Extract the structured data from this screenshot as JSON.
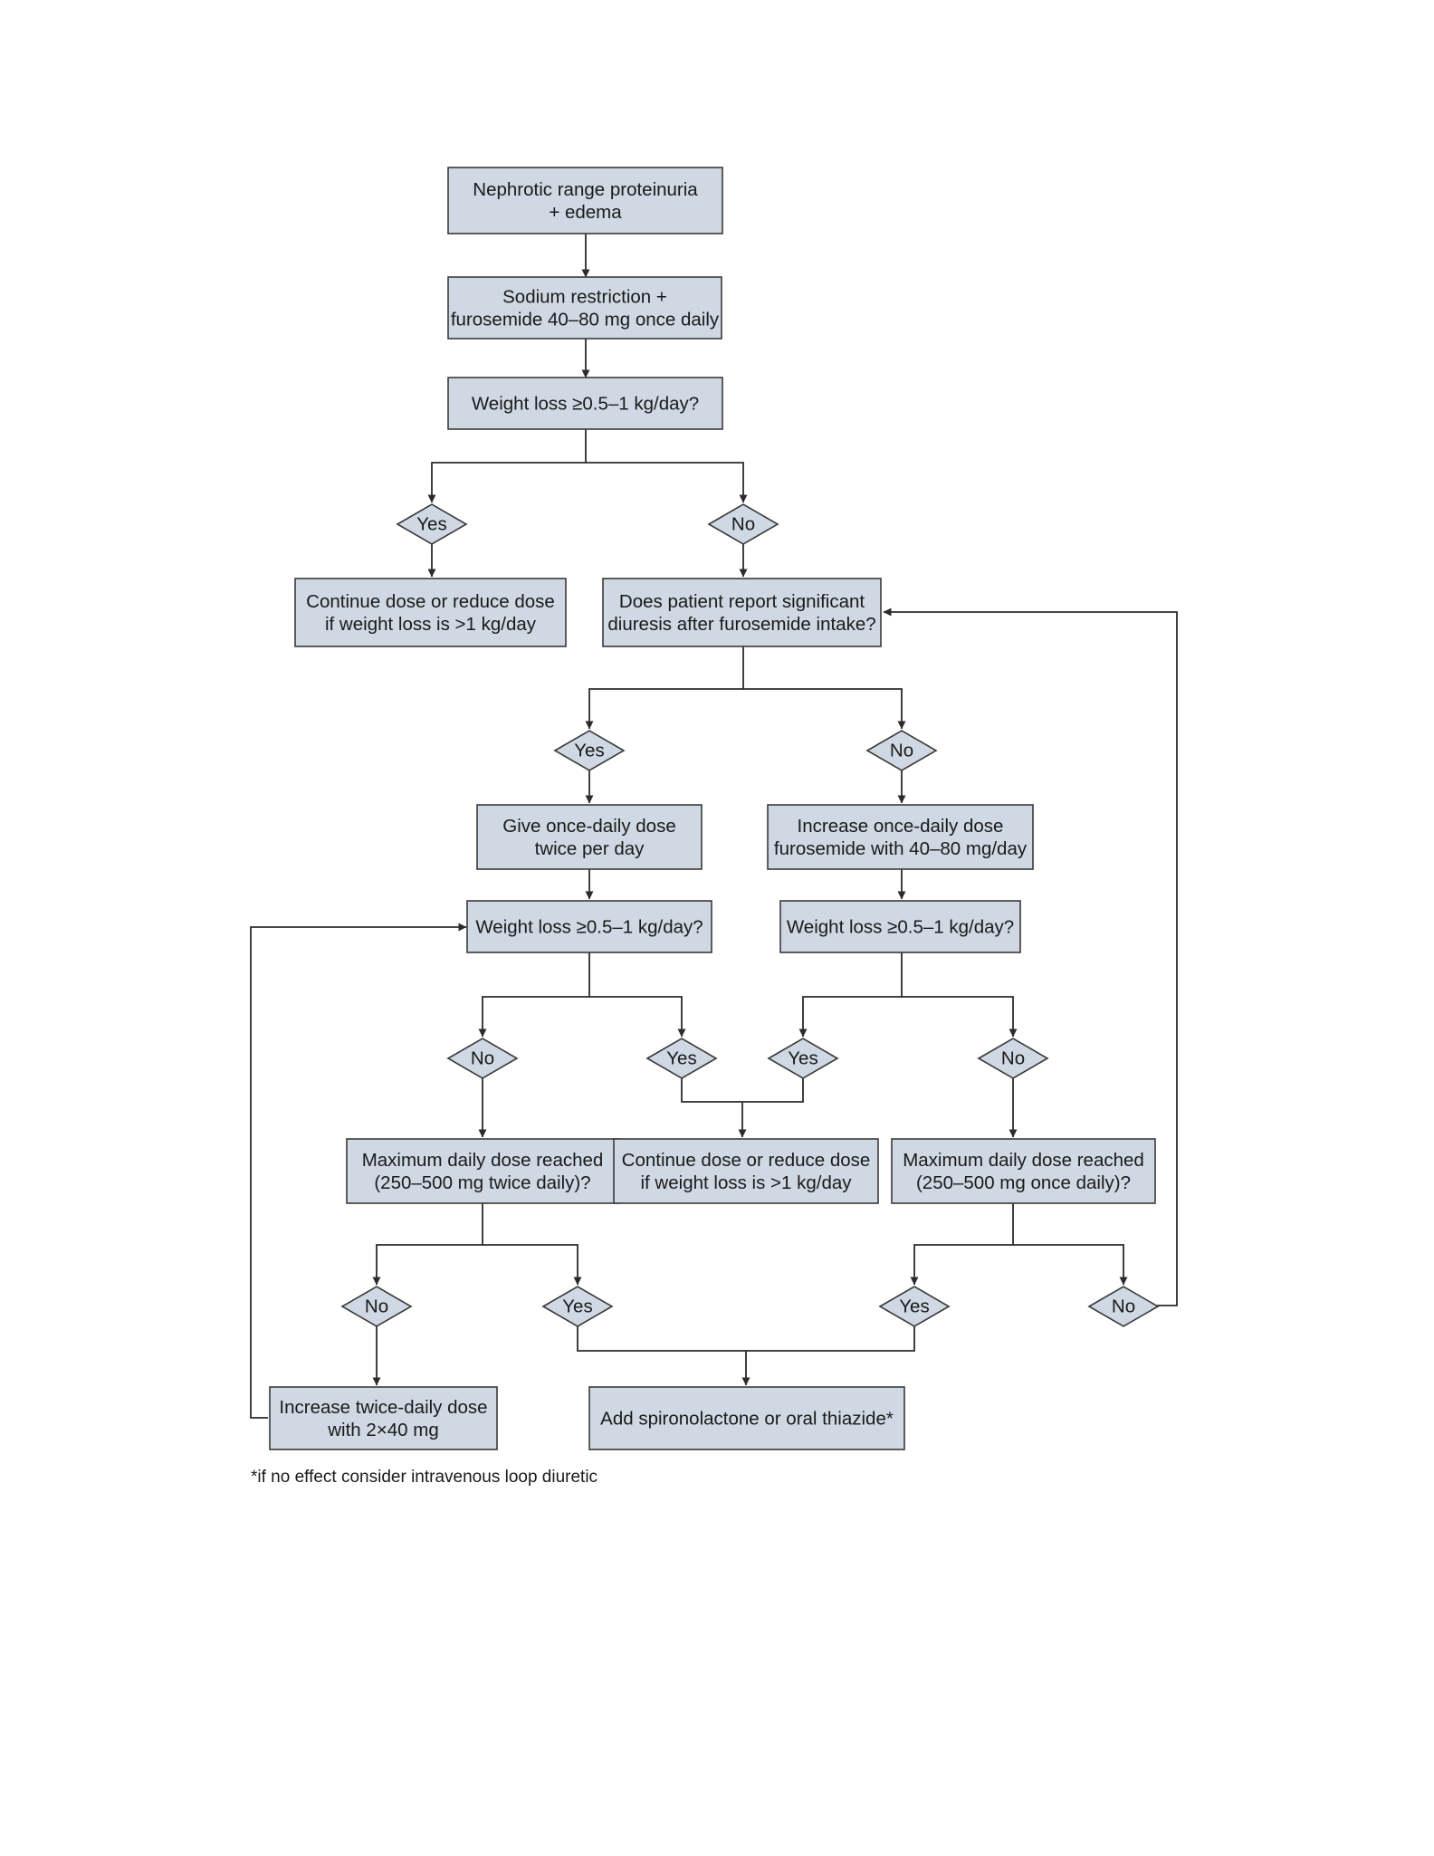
{
  "diagram": {
    "boxes": {
      "start": [
        "Nephrotic range proteinuria",
        "+ edema"
      ],
      "initial_treatment": [
        "Sodium restriction +",
        "furosemide 40–80 mg once daily"
      ],
      "weight_check_1": [
        "Weight loss ≥0.5–1 kg/day?"
      ],
      "continue_1": [
        "Continue dose or reduce dose",
        "if weight loss is >1 kg/day"
      ],
      "diuresis_question": [
        "Does patient report significant",
        "diuresis after furosemide intake?"
      ],
      "twice_per_day": [
        "Give once-daily dose",
        "twice per day"
      ],
      "increase_once_daily": [
        "Increase once-daily dose",
        "furosemide with 40–80 mg/day"
      ],
      "weight_check_2": [
        "Weight loss ≥0.5–1 kg/day?"
      ],
      "weight_check_3": [
        "Weight loss ≥0.5–1 kg/day?"
      ],
      "max_twice_daily": [
        "Maximum daily dose reached",
        "(250–500 mg twice daily)?"
      ],
      "continue_2": [
        "Continue dose or reduce dose",
        "if weight loss is >1 kg/day"
      ],
      "max_once_daily": [
        "Maximum daily dose reached",
        "(250–500 mg once daily)?"
      ],
      "increase_twice_daily": [
        "Increase twice-daily dose",
        "with 2×40 mg"
      ],
      "add_spironolactone": [
        "Add spironolactone or oral thiazide*"
      ]
    },
    "decisions": {
      "d1_yes": "Yes",
      "d1_no": "No",
      "d2_yes": "Yes",
      "d2_no": "No",
      "d3_no": "No",
      "d3_yes": "Yes",
      "d4_yes": "Yes",
      "d4_no": "No",
      "d5_no": "No",
      "d5_yes": "Yes",
      "d6_yes": "Yes",
      "d6_no": "No"
    },
    "footnote": "*if no effect consider intravenous loop diuretic"
  },
  "colors": {
    "box_fill": "#cfd8e3",
    "stroke": "#3a3a3a",
    "text": "#1a1a1a"
  }
}
